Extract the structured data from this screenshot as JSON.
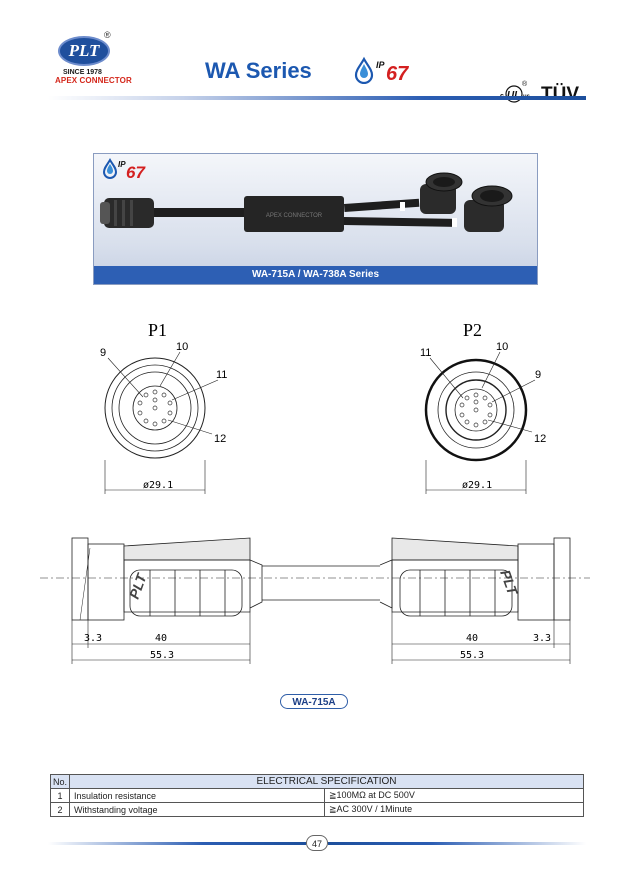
{
  "header": {
    "logo_text": "PLT",
    "logo_registered": "®",
    "since": "SINCE 1978",
    "company": "APEX CONNECTOR",
    "title": "WA Series",
    "ip_rating": "67",
    "ip_prefix": "IP",
    "cert_ul": "c UL us",
    "cert_tuv": "TÜV"
  },
  "photo": {
    "ip_prefix": "IP",
    "ip_rating": "67",
    "caption": "WA-715A / WA-738A Series",
    "box_text": "APEX CONNECTOR"
  },
  "drawing": {
    "p1": {
      "label": "P1",
      "pins": [
        "9",
        "10",
        "11",
        "12"
      ],
      "diameter": "ø29.1"
    },
    "p2": {
      "label": "P2",
      "pins": [
        "11",
        "10",
        "9",
        "12"
      ],
      "diameter": "ø29.1"
    },
    "cable": {
      "left_dims": [
        "3.3",
        "40",
        "55.3"
      ],
      "right_dims": [
        "40",
        "3.3",
        "55.3"
      ]
    },
    "model_label": "WA-715A"
  },
  "spec_table": {
    "headers": [
      "No.",
      "ELECTRICAL SPECIFICATION"
    ],
    "rows": [
      {
        "no": "1",
        "item": "Insulation resistance",
        "value": "≧100MΩ at DC 500V"
      },
      {
        "no": "2",
        "item": "Withstanding voltage",
        "value": "≧AC 300V / 1Minute"
      }
    ]
  },
  "page_number": "47",
  "colors": {
    "brand_blue": "#1c58b0",
    "apex_red": "#d4281c",
    "ip_red": "#d42020"
  }
}
